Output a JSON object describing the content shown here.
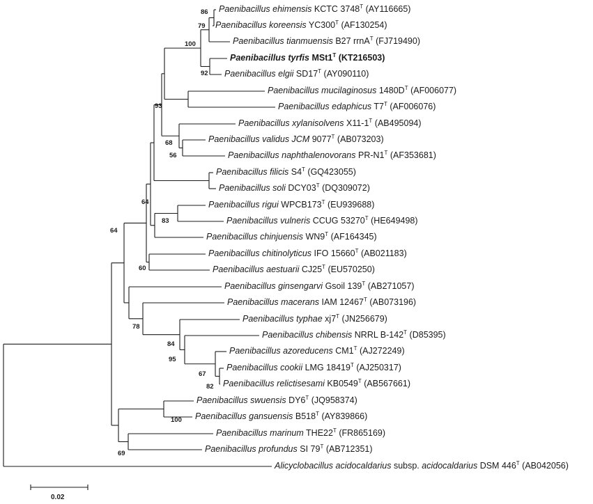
{
  "leaves": [
    {
      "id": "L1",
      "genus": "Paenibacillus",
      "species": "ehimensis",
      "strain": "KCTC 3748",
      "type_strain": "T",
      "accession": "(AY116665)",
      "bold": false
    },
    {
      "id": "L2",
      "genus": "Paenibacillus",
      "species": "koreensis",
      "strain": "YC300",
      "type_strain": "T",
      "accession": "(AF130254)",
      "bold": false
    },
    {
      "id": "L3",
      "genus": "Paenibacillus",
      "species": "tianmuensis",
      "strain": "B27 rrnA",
      "type_strain": "T",
      "accession": "(FJ719490)",
      "bold": false
    },
    {
      "id": "L4",
      "genus": "Paenibacillus",
      "species": "tyrfis",
      "strain": "MSt1",
      "type_strain": "T",
      "accession": "(KT216503)",
      "bold": true
    },
    {
      "id": "L5",
      "genus": "Paenibacillus",
      "species": "elgii",
      "strain": "SD17",
      "type_strain": "T",
      "accession": "(AY090110)",
      "bold": false
    },
    {
      "id": "L6",
      "genus": "Paenibacillus",
      "species": "mucilaginosus",
      "strain": "1480D",
      "type_strain": "T",
      "accession": "(AF006077)",
      "bold": false
    },
    {
      "id": "L7",
      "genus": "Paenibacillus",
      "species": "edaphicus",
      "strain": "T7",
      "type_strain": "T",
      "accession": "(AF006076)",
      "bold": false
    },
    {
      "id": "L8",
      "genus": "Paenibacillus",
      "species": "xylanisolvens",
      "strain": "X11-1",
      "type_strain": "T",
      "accession": "(AB495094)",
      "bold": false
    },
    {
      "id": "L9",
      "genus": "Paenibacillus",
      "species": "validus JCM",
      "strain": "9077",
      "type_strain": "T",
      "accession": "(AB073203)",
      "bold": false
    },
    {
      "id": "L10",
      "genus": "Paenibacillus",
      "species": "naphthalenovorans",
      "strain": "PR-N1",
      "type_strain": "T",
      "accession": "(AF353681)",
      "bold": false
    },
    {
      "id": "L11",
      "genus": "Paenibacillus",
      "species": "filicis",
      "strain": "S4",
      "type_strain": "T",
      "accession": "(GQ423055)",
      "bold": false
    },
    {
      "id": "L12",
      "genus": "Paenibacillus",
      "species": "soli",
      "strain": "DCY03",
      "type_strain": "T",
      "accession": "(DQ309072)",
      "bold": false
    },
    {
      "id": "L13",
      "genus": "Paenibacillus",
      "species": "rigui",
      "strain": "WPCB173",
      "type_strain": "T",
      "accession": "(EU939688)",
      "bold": false
    },
    {
      "id": "L14",
      "genus": "Paenibacillus",
      "species": "vulneris",
      "strain": "CCUG 53270",
      "type_strain": "T",
      "accession": "(HE649498)",
      "bold": false
    },
    {
      "id": "L15",
      "genus": "Paenibacillus",
      "species": "chinjuensis",
      "strain": "WN9",
      "type_strain": "T",
      "accession": "(AF164345)",
      "bold": false
    },
    {
      "id": "L16",
      "genus": "Paenibacillus",
      "species": "chitinolyticus",
      "strain": "IFO 15660",
      "type_strain": "T",
      "accession": "(AB021183)",
      "bold": false
    },
    {
      "id": "L17",
      "genus": "Paenibacillus",
      "species": "aestuarii",
      "strain": "CJ25",
      "type_strain": "T",
      "accession": "(EU570250)",
      "bold": false
    },
    {
      "id": "L18",
      "genus": "Paenibacillus",
      "species": "ginsengarvi",
      "strain": "Gsoil 139",
      "type_strain": "T",
      "accession": "(AB271057)",
      "bold": false
    },
    {
      "id": "L19",
      "genus": "Paenibacillus",
      "species": "macerans",
      "strain": "IAM 12467",
      "type_strain": "T",
      "accession": "(AB073196)",
      "bold": false
    },
    {
      "id": "L20",
      "genus": "Paenibacillus",
      "species": "typhae",
      "strain": "xj7",
      "type_strain": "T",
      "accession": "(JN256679)",
      "bold": false
    },
    {
      "id": "L21",
      "genus": "Paenibacillus",
      "species": "chibensis",
      "strain": "NRRL B-142",
      "type_strain": "T",
      "accession": "(D85395)",
      "bold": false
    },
    {
      "id": "L22",
      "genus": "Paenibacillus",
      "species": "azoreducens",
      "strain": "CM1",
      "type_strain": "T",
      "accession": "(AJ272249)",
      "bold": false
    },
    {
      "id": "L23",
      "genus": "Paenibacillus",
      "species": "cookii",
      "strain": "LMG 18419",
      "type_strain": "T",
      "accession": "(AJ250317)",
      "bold": false
    },
    {
      "id": "L24",
      "genus": "Paenibacillus",
      "species": "relictisesami",
      "strain": "KB0549",
      "type_strain": "T",
      "accession": "(AB567661)",
      "bold": false
    },
    {
      "id": "L25",
      "genus": "Paenibacillus",
      "species": "swuensis",
      "strain": "DY6",
      "type_strain": "T",
      "accession": "(JQ958374)",
      "bold": false
    },
    {
      "id": "L26",
      "genus": "Paenibacillus",
      "species": "gansuensis",
      "strain": "B518",
      "type_strain": "T",
      "accession": "(AY839866)",
      "bold": false
    },
    {
      "id": "L27",
      "genus": "Paenibacillus",
      "species": "marinum",
      "strain": "THE22",
      "type_strain": "T",
      "accession": "(FR865169)",
      "bold": false
    },
    {
      "id": "L28",
      "genus": "Paenibacillus",
      "species": "profundus",
      "strain": "SI 79",
      "type_strain": "T",
      "accession": "(AB712351)",
      "bold": false
    },
    {
      "id": "L29",
      "genus": "Alicyclobacillus",
      "species": "acidocaldarius",
      "subsp_text": "subsp.",
      "subsp": "acidocaldarius",
      "strain": "DSM 446",
      "type_strain": "T",
      "accession": "(AB042056)",
      "bold": false
    }
  ],
  "bootstrap_values": [
    "86",
    "79",
    "100",
    "92",
    "93",
    "68",
    "56",
    "64",
    "83",
    "64",
    "60",
    "78",
    "84",
    "95",
    "67",
    "82",
    "100",
    "69"
  ],
  "scale_bar": {
    "value": "0.02"
  }
}
